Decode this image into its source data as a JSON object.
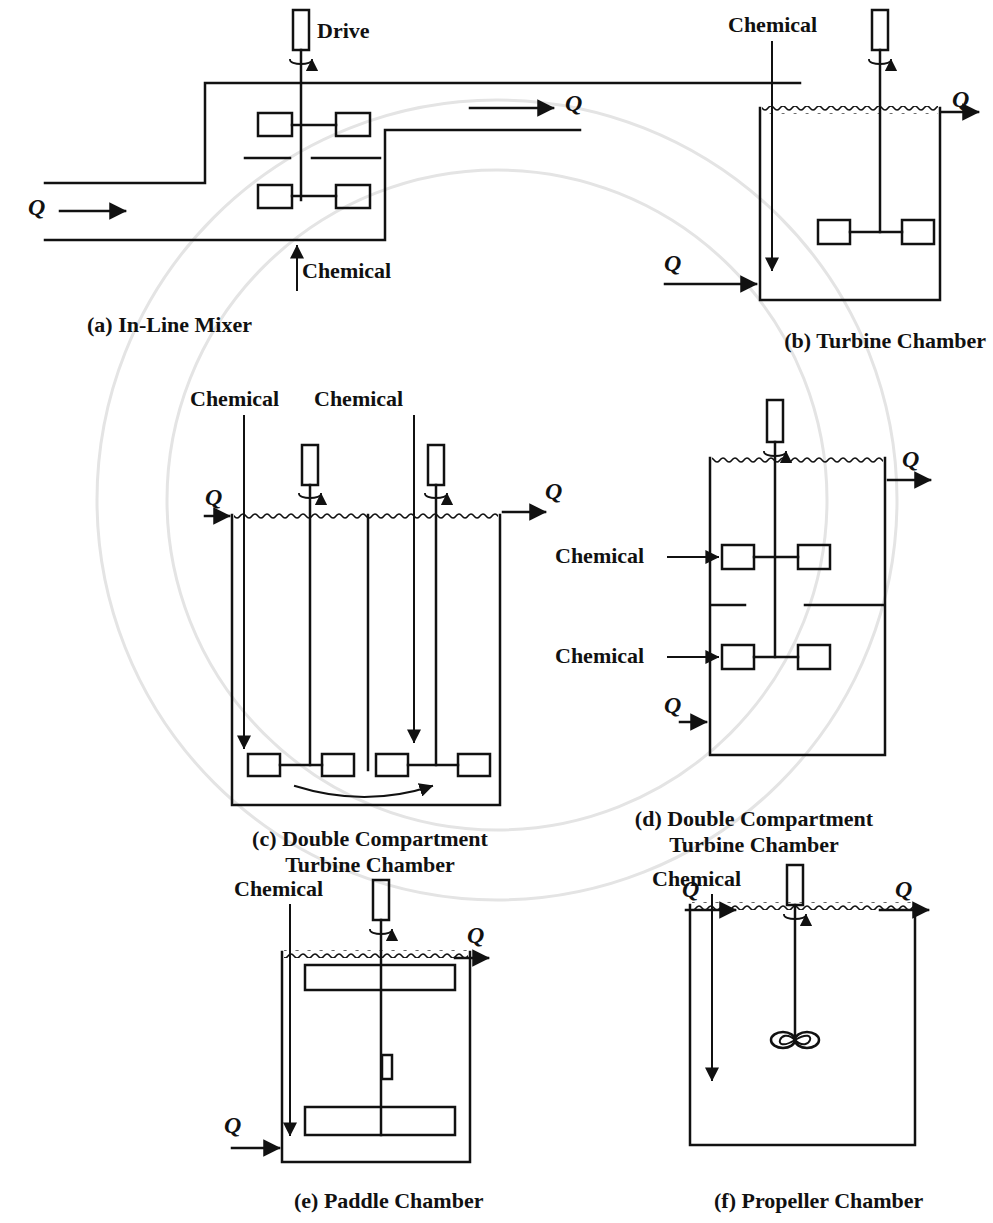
{
  "diagram": {
    "labels": [
      "Drive",
      "Q",
      "Q",
      "Chemical",
      "(a) In-Line Mixer",
      "Chemical",
      "Q",
      "Q",
      "(b) Turbine Chamber",
      "Chemical",
      "Chemical",
      "Q",
      "Q",
      "(c) Double Compartment Turbine Chamber",
      "Q",
      "Chemical",
      "Chemical",
      "Q",
      "(d) Double Compartment Turbine Chamber",
      "Chemical",
      "Q",
      "Q",
      "(e) Paddle Chamber",
      "Chemical",
      "Q",
      "Q",
      "(f) Propeller Chamber"
    ]
  }
}
